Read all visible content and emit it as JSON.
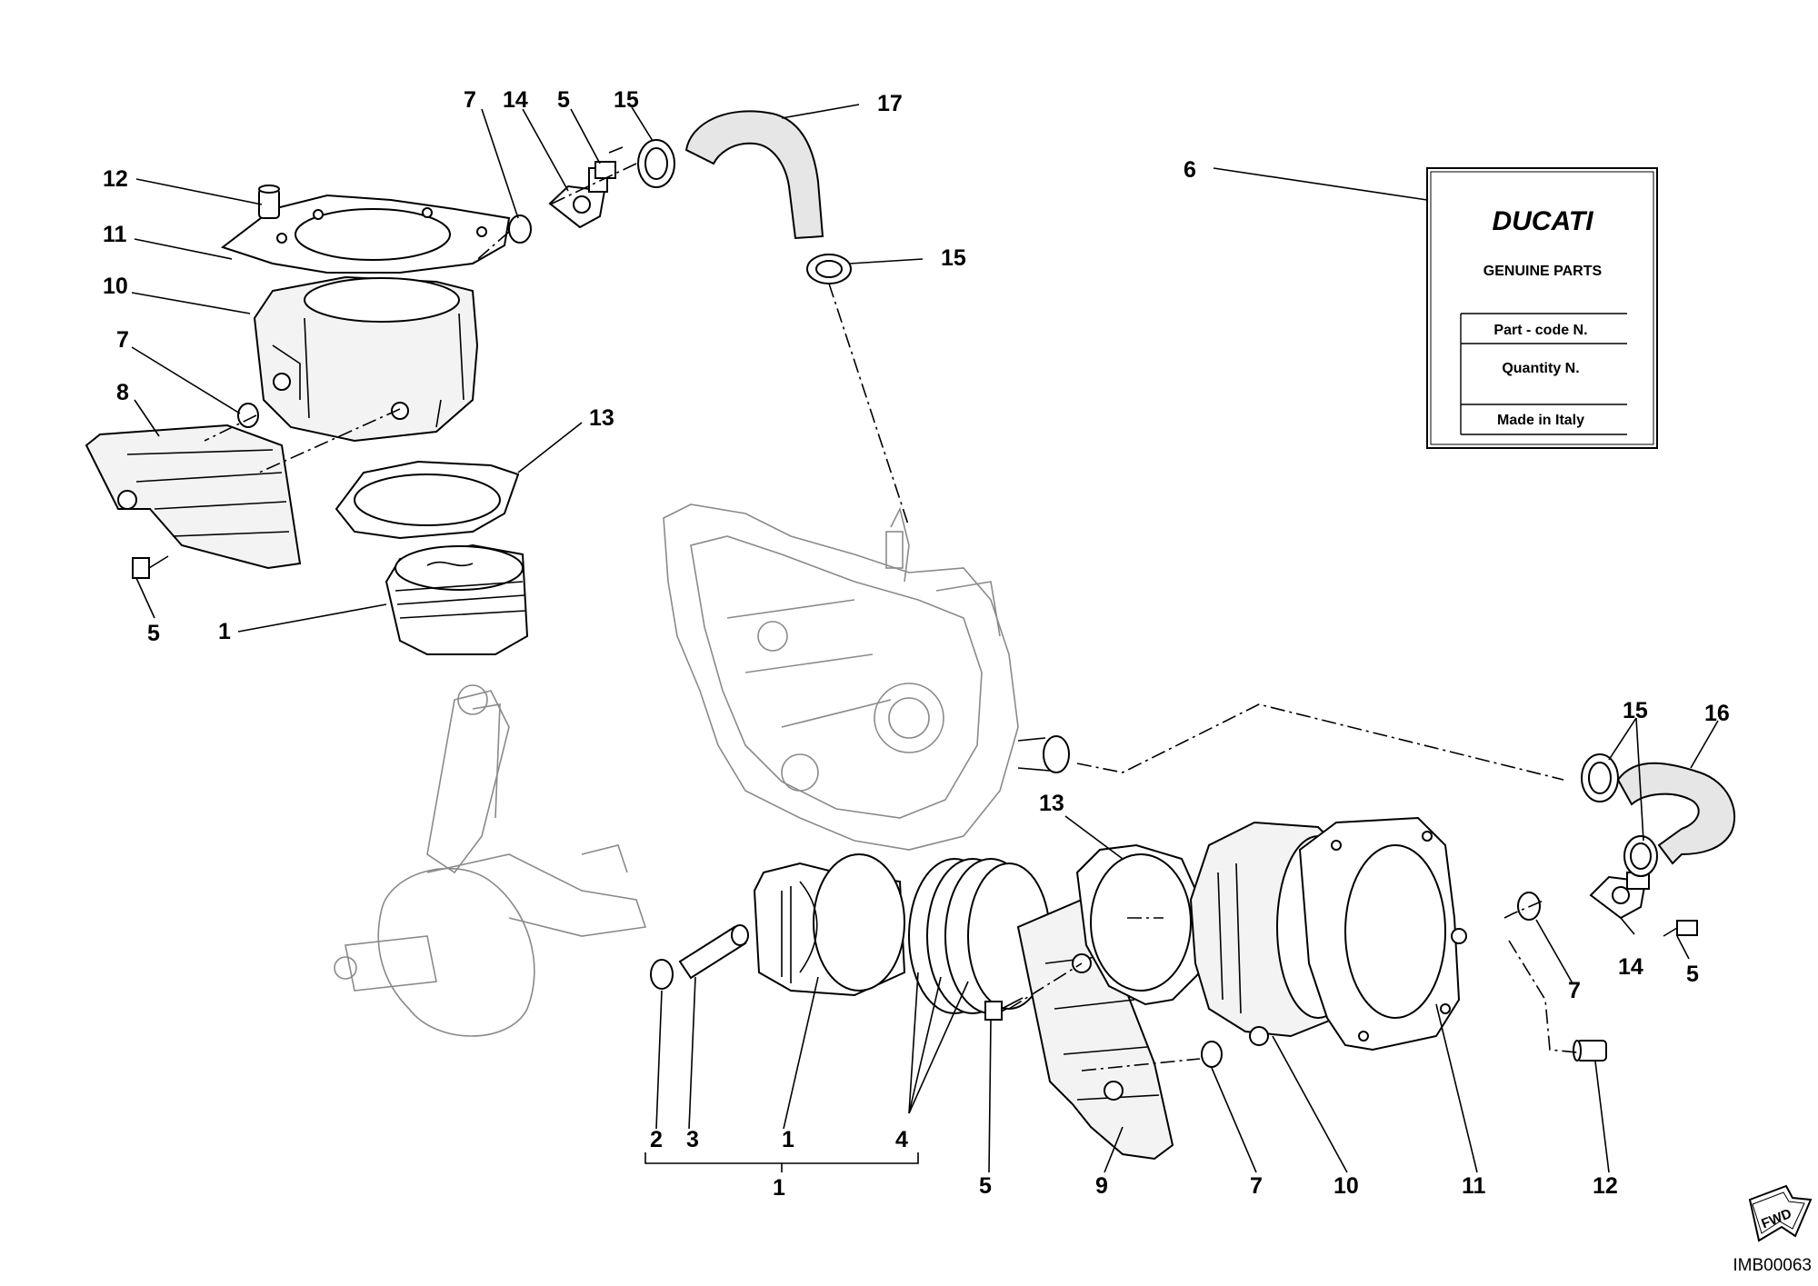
{
  "diagram": {
    "callouts_top": [
      "7",
      "14",
      "5",
      "15",
      "17",
      "15",
      "12",
      "11",
      "10",
      "7",
      "8",
      "13",
      "5",
      "1",
      "6"
    ],
    "callouts_bottom": [
      "15",
      "16",
      "13",
      "7",
      "14",
      "5",
      "2",
      "3",
      "1",
      "4",
      "5",
      "9",
      "7",
      "10",
      "11",
      "12",
      "1"
    ],
    "label_card": {
      "brand": "DUCATI",
      "subtitle": "GENUINE PARTS",
      "rows": [
        "Part - code N.",
        "Quantity N.",
        "Made in Italy"
      ]
    },
    "direction_badge": "FWD",
    "image_code": "IMB00063"
  }
}
